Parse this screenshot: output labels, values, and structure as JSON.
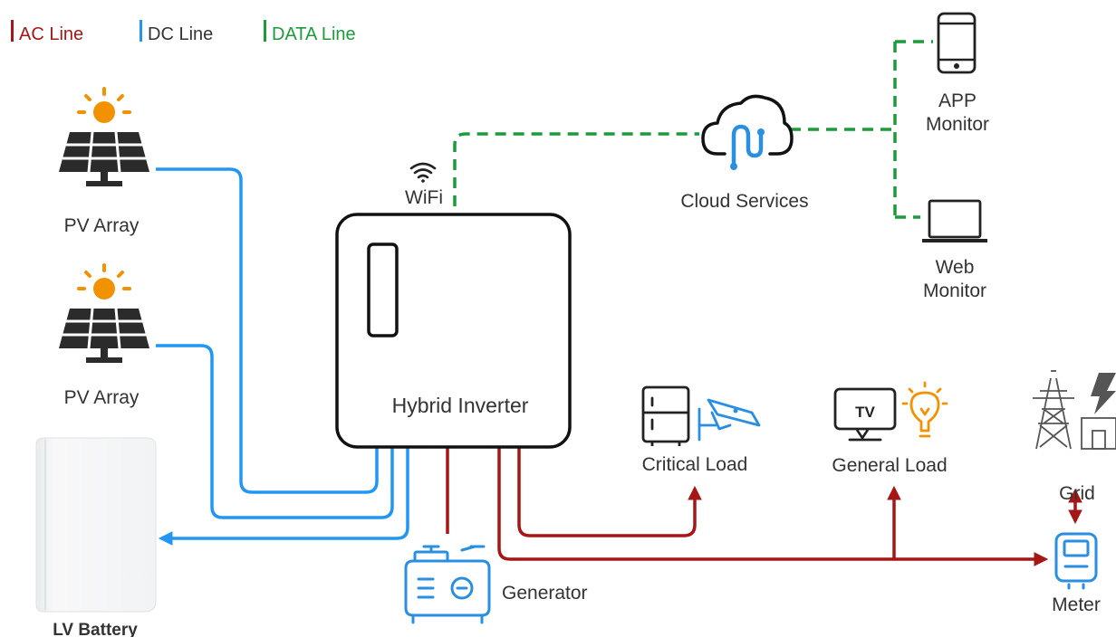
{
  "legend": {
    "ac": {
      "label": "AC Line",
      "color": "#a51616"
    },
    "dc": {
      "label": "DC Line",
      "color": "#2196f3"
    },
    "data": {
      "label": "DATA Line",
      "color": "#1d9a3c"
    }
  },
  "nodes": {
    "pv_array_1": "PV Array",
    "pv_array_2": "PV Array",
    "lv_battery": "LV Battery",
    "wifi": "WiFi",
    "inverter": "Hybrid Inverter",
    "cloud": "Cloud Services",
    "app_monitor": [
      "APP",
      "Monitor"
    ],
    "web_monitor": [
      "Web",
      "Monitor"
    ],
    "critical_load": "Critical Load",
    "general_load": "General Load",
    "grid": "Grid",
    "meter": "Meter",
    "generator": "Generator"
  },
  "icons": {
    "sun": "sun-icon",
    "solar_panel": "solar-panel-icon",
    "battery": "battery-cabinet-icon",
    "wifi": "wifi-icon",
    "cloud": "cloud-icon",
    "phone": "smartphone-icon",
    "laptop": "laptop-icon",
    "fridge": "fridge-icon",
    "camera": "security-camera-icon",
    "tv": "tv-icon",
    "bulb": "light-bulb-icon",
    "tower": "power-tower-icon",
    "lightning": "lightning-icon",
    "meter": "meter-icon",
    "generator": "generator-icon"
  },
  "colors": {
    "sun": "#f39200",
    "panel": "#2b2b2b",
    "icon_blue": "#2a8fe0",
    "bulb": "#f39200",
    "grey": "#555555"
  }
}
